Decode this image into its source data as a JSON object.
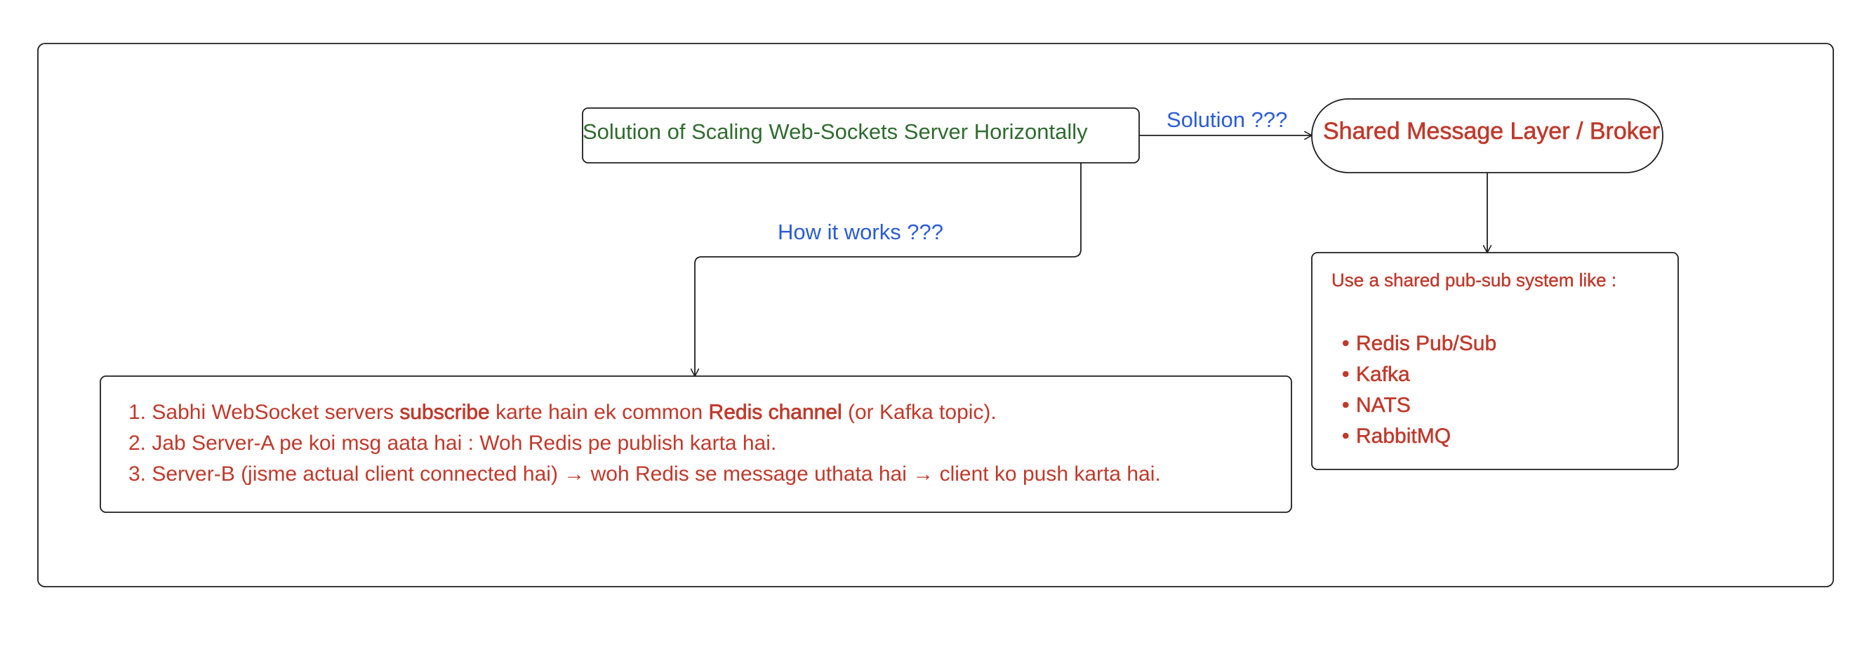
{
  "colors": {
    "stroke": "#1e1e1e",
    "green": "#2f6b2f",
    "blue": "#2a5bd7",
    "red": "#c0392b"
  },
  "diagram": {
    "title_box": {
      "text": "Solution of Scaling Web-Sockets Server Horizontally"
    },
    "solution_label": "Solution ???",
    "how_label": "How it works ???",
    "broker": {
      "text": "Shared Message Layer / Broker"
    },
    "pubsub": {
      "intro": "Use a shared pub-sub system like :",
      "bullet": "•",
      "items": [
        {
          "label": "Redis Pub/Sub"
        },
        {
          "label": "Kafka"
        },
        {
          "label": "NATS"
        },
        {
          "label": "RabbitMQ"
        }
      ]
    },
    "steps": {
      "items": [
        {
          "num": "1.",
          "p1": "Sabhi WebSocket servers ",
          "b1": "subscribe",
          "p2": " karte hain ek common ",
          "b2": "Redis channel",
          "p3": " (or Kafka topic)."
        },
        {
          "num": "2.",
          "text": "Jab Server-A pe koi msg aata hai : Woh Redis pe publish karta hai."
        },
        {
          "num": "3.",
          "text": "Server-B (jisme actual client connected hai) → woh Redis se message uthata hai → client ko push karta hai."
        }
      ]
    }
  }
}
